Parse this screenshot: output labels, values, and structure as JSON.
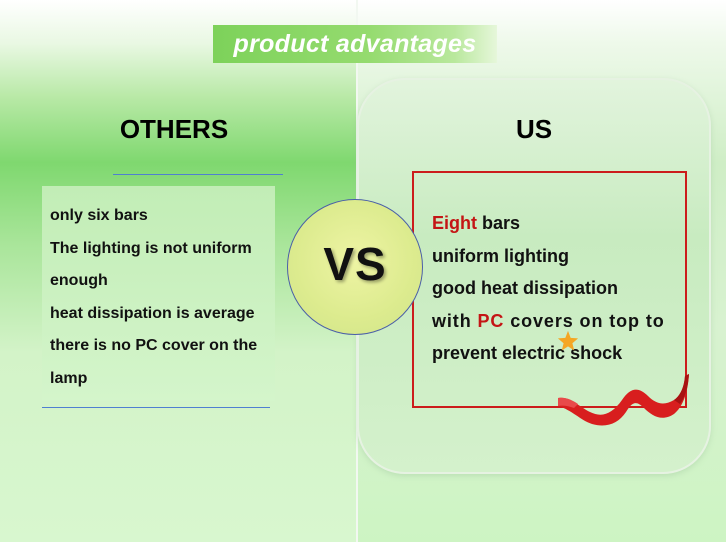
{
  "title": "product advantages",
  "others": {
    "heading": "OTHERS",
    "items": [
      "only six bars",
      "The lighting is not uniform",
      "enough",
      "heat dissipation is average",
      "there is no PC cover on the",
      "lamp"
    ]
  },
  "versus": "VS",
  "us": {
    "heading": "US",
    "line1_highlight": "Eight",
    "line1_rest": " bars",
    "line2": "uniform lighting",
    "line3": "good heat dissipation",
    "line4_pre": "with ",
    "line4_highlight": "PC",
    "line4_post": " covers on top to",
    "line5": "prevent electric shock"
  },
  "colors": {
    "title_banner": "#7dd25a",
    "highlight_red": "#c41515",
    "frame_red": "#cc1c1c",
    "underline_blue": "#4f7fd1",
    "vs_circle": "#dceb8e",
    "star": "#f5a623"
  },
  "icons": [
    "star-icon",
    "red-ribbon-icon"
  ]
}
